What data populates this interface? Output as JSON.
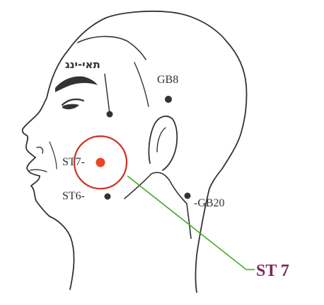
{
  "colors": {
    "line": "#333333",
    "highlight_ring": "#cc3322",
    "highlight_point": "#ee4422",
    "leader_line": "#44aa22",
    "callout_text": "#7a2a5a"
  },
  "labels": {
    "hebrew_point": "תאי-ינג",
    "gb8": "GB8",
    "st7": "ST7-",
    "st6": "ST6-",
    "gb20": "-GB20"
  },
  "callout": {
    "text": "ST 7"
  }
}
